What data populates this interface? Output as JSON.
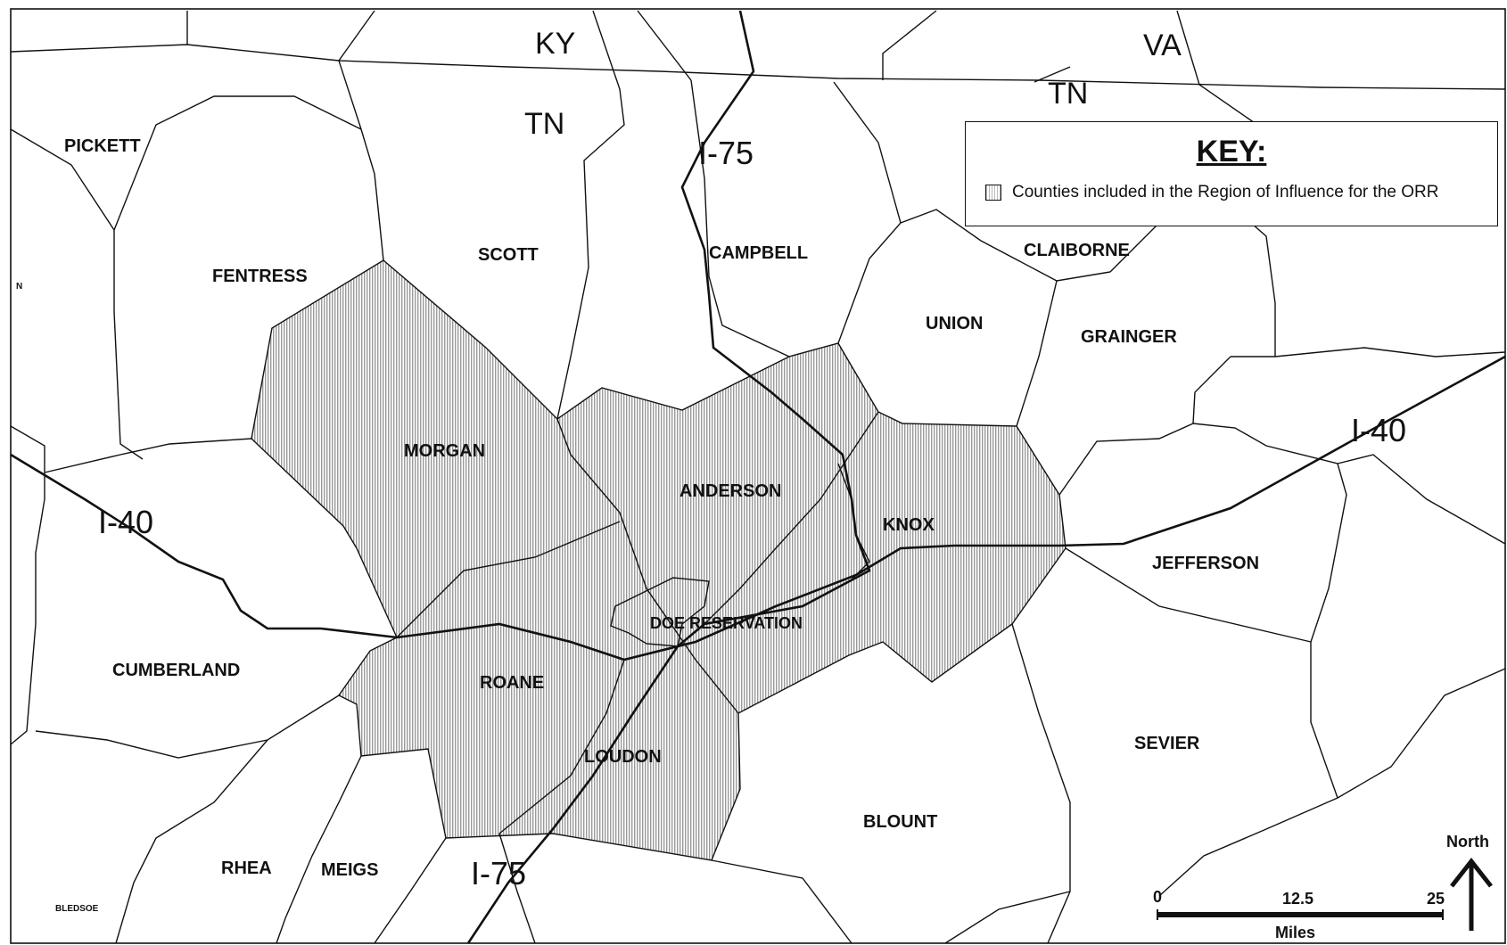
{
  "states": {
    "ky": "KY",
    "va": "VA",
    "tn_west": "TN",
    "tn_east": "TN"
  },
  "counties": {
    "pickett": "PICKETT",
    "fentress": "FENTRESS",
    "scott": "SCOTT",
    "campbell": "CAMPBELL",
    "claiborne": "CLAIBORNE",
    "union": "UNION",
    "grainger": "GRAINGER",
    "morgan": "MORGAN",
    "anderson": "ANDERSON",
    "knox": "KNOX",
    "jefferson": "JEFFERSON",
    "cumberland": "CUMBERLAND",
    "roane": "ROANE",
    "loudon": "LOUDON",
    "sevier": "SEVIER",
    "blount": "BLOUNT",
    "rhea": "RHEA",
    "meigs": "MEIGS",
    "bledsoe": "BLEDSOE",
    "edge_letter": "N"
  },
  "doe_reservation": "DOE RESERVATION",
  "highways": {
    "i75_north": "I-75",
    "i75_south": "I-75",
    "i40_west": "I-40",
    "i40_east": "I-40"
  },
  "key": {
    "title": "KEY:",
    "entry": "Counties included in the Region of Influence for the ORR",
    "swatch_icon": "hatched-square-icon"
  },
  "scale_bar": {
    "tick_0": "0",
    "tick_mid": "12.5",
    "tick_end": "25",
    "unit": "Miles"
  },
  "north_arrow": {
    "label": "North",
    "icon": "up-arrow-icon"
  },
  "colors": {
    "line": "#111111",
    "hatch": "#bbbbbb",
    "background": "#ffffff"
  }
}
